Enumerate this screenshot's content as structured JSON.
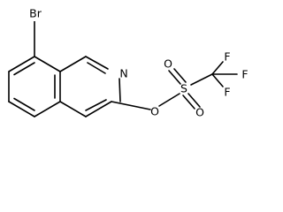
{
  "molecule": {
    "atoms": {
      "br": "Br",
      "n": "N",
      "o_ether": "O",
      "s": "S",
      "o_top": "O",
      "o_bottom": "O",
      "f_top": "F",
      "f_right": "F",
      "f_bottom": "F"
    }
  },
  "colors": {
    "bond": "#000000",
    "label": "#000000",
    "background": "#ffffff"
  }
}
